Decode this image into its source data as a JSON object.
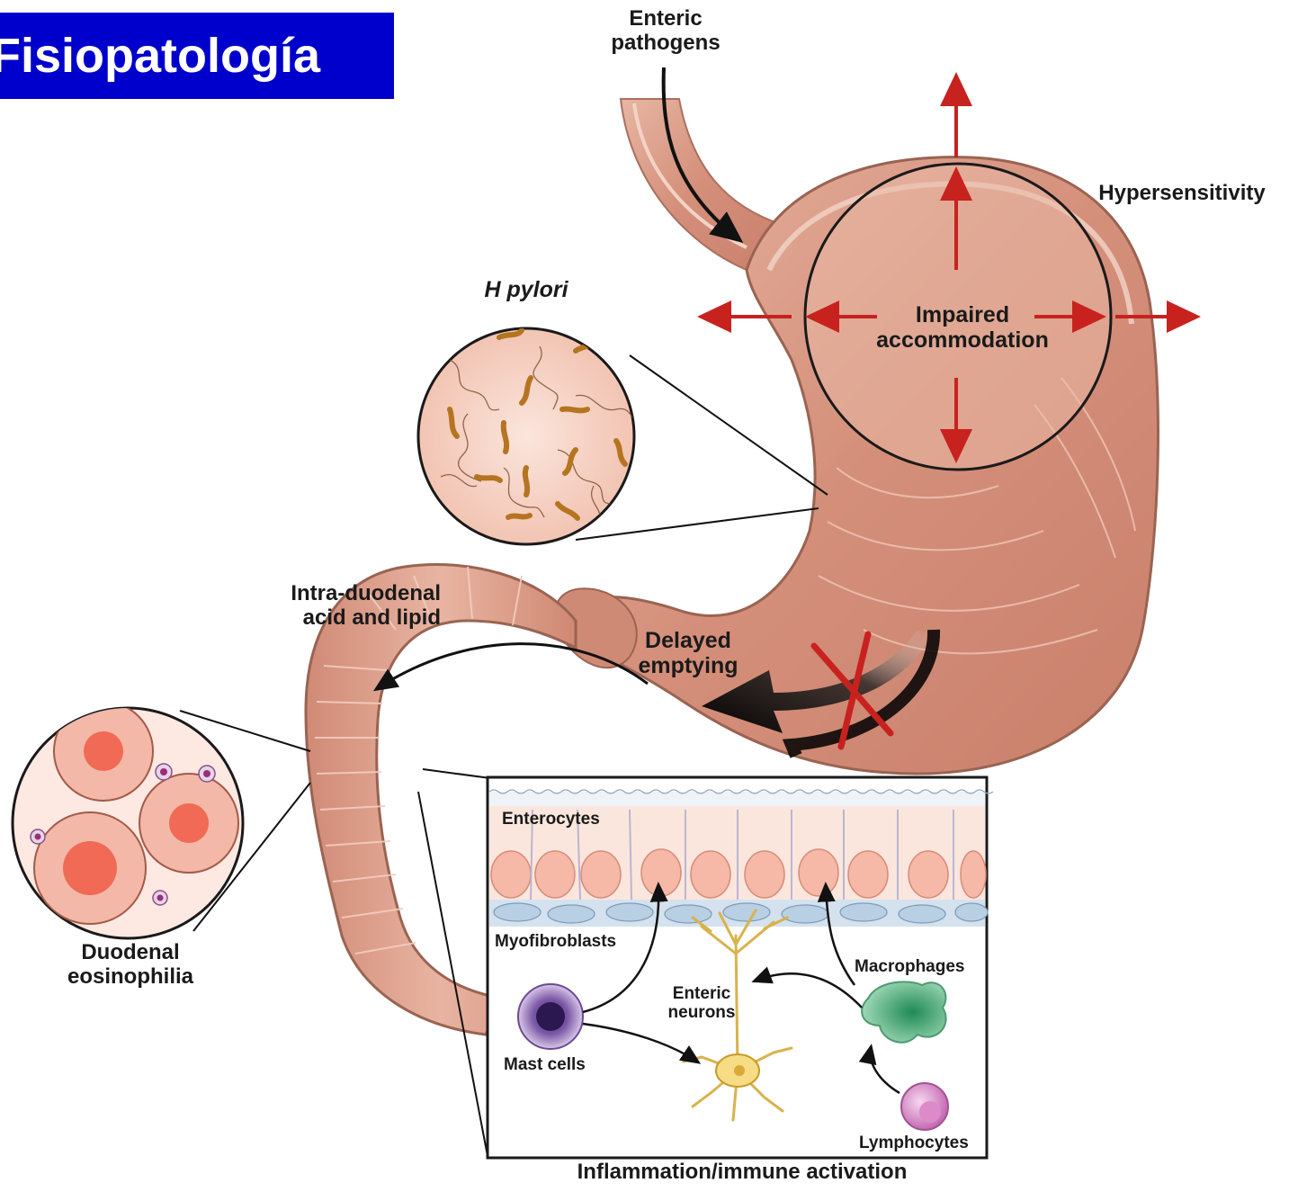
{
  "title": "Fisiopatología",
  "labels": {
    "enteric_pathogens": [
      "Enteric",
      "pathogens"
    ],
    "hypersensitivity": "Hypersensitivity",
    "h_pylori": "H pylori",
    "impaired_accommodation": [
      "Impaired",
      "accommodation"
    ],
    "intra_duodenal": [
      "Intra-duodenal",
      "acid and lipid"
    ],
    "delayed_emptying": [
      "Delayed",
      "emptying"
    ],
    "duodenal_eosinophilia": [
      "Duodenal",
      "eosinophilia"
    ],
    "enterocytes": "Enterocytes",
    "myofibroblasts": "Myofibroblasts",
    "macrophages": "Macrophages",
    "enteric_neurons": [
      "Enteric",
      "neurons"
    ],
    "mast_cells": "Mast cells",
    "lymphocytes": "Lymphocytes",
    "inflammation": "Inflammation/immune activation"
  },
  "colors": {
    "title_bg": "#0000cc",
    "arrow_red": "#c8221f",
    "stomach": "#d99a86",
    "cell_pink": "#f3b8a8"
  }
}
